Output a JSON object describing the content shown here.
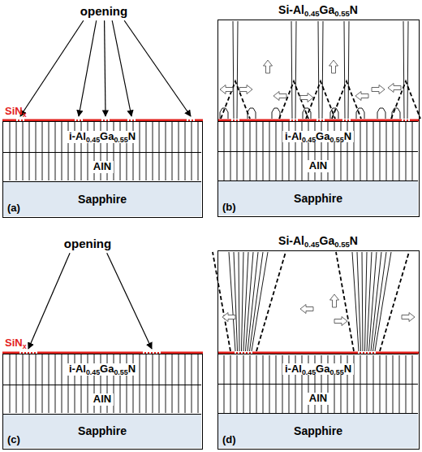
{
  "diagram": {
    "nodes": [
      {
        "text": [
          "(a)"
        ]
      },
      {
        "text": [
          "i-Al0.45Ga0.55N"
        ],
        "in": 0
      },
      {
        "text": [
          "AlN"
        ],
        "in": 0
      },
      {
        "text": [
          "Sapphire"
        ],
        "in": 0
      },
      {
        "text": [
          "(b)"
        ]
      },
      {
        "text": [
          "Si-Al0.45Ga0.55N"
        ],
        "in": 4
      },
      {
        "text": [
          "i-Al0.45Ga0.55N"
        ],
        "in": 4
      },
      {
        "text": [
          "AlN"
        ],
        "in": 4
      },
      {
        "text": [
          "Sapphire"
        ],
        "in": 4
      },
      {
        "text": [
          "(c)"
        ]
      },
      {
        "text": [
          "i-Al0.45Ga0.55N"
        ],
        "in": 9
      },
      {
        "text": [
          "AlN"
        ],
        "in": 9
      },
      {
        "text": [
          "Sapphire"
        ],
        "in": 9
      },
      {
        "text": [
          "(d)"
        ]
      },
      {
        "text": [
          "Si-Al0.45Ga0.55N"
        ],
        "in": 13
      },
      {
        "text": [
          "i-Al0.45Ga0.55N"
        ],
        "in": 13
      },
      {
        "text": [
          "AlN"
        ],
        "in": 13
      },
      {
        "text": [
          "Sapphire"
        ],
        "in": 13
      }
    ],
    "labels": [
      "opening",
      "SiNx",
      "opening",
      "SiNx"
    ]
  }
}
